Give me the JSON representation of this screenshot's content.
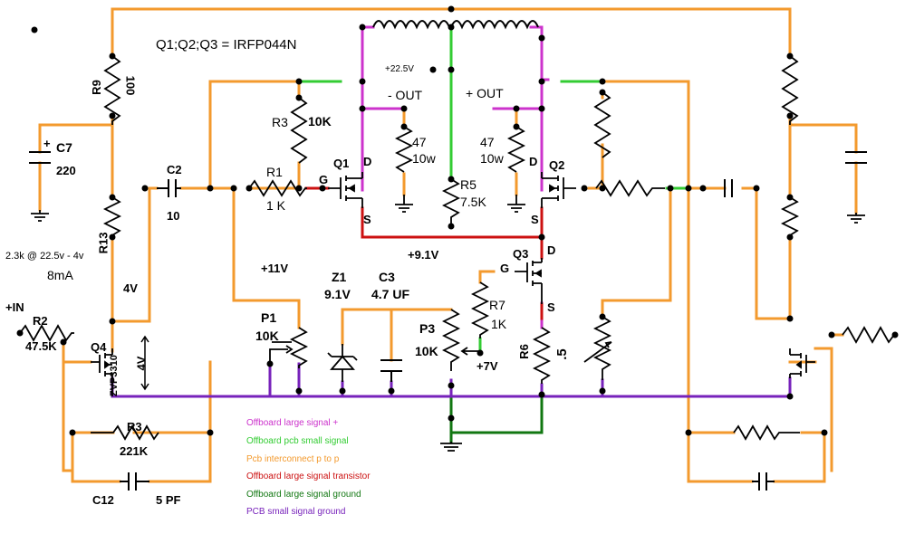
{
  "header": {
    "transistor_note": "Q1;Q2;Q3 =  IRFP044N"
  },
  "colors": {
    "pcb_interconnect": "#f39a2e",
    "offboard_large_plus": "#cc33cc",
    "pcb_small_signal": "#33cc33",
    "large_signal_transistor": "#cc1111",
    "offboard_ground": "#117711",
    "pcb_ground": "#7722bb"
  },
  "labels": {
    "r9": "R9",
    "r9_val": "100",
    "c7": "C7",
    "c7_plus": "+",
    "c7_val": "220",
    "c2": "C2",
    "c2_val": "10",
    "r13": "R13",
    "r13_note": "2.3k @ 22.5v - 4v",
    "r13_current": "8mA",
    "v4_top": "4V",
    "r3": "R3",
    "r3_val": "10K",
    "r1": "R1",
    "r1_val": "1 K",
    "q1": "Q1",
    "q1_g": "G",
    "q1_d": "D",
    "q1_s": "S",
    "q2": "Q2",
    "q2_d": "D",
    "q2_s": "S",
    "q3": "Q3",
    "q3_g": "G",
    "q3_d": "D",
    "q3_s": "S",
    "supply": "+22.5V",
    "minus_out": "- OUT",
    "plus_out": "+ OUT",
    "r47a": "47",
    "r47a_w": "10w",
    "r47b": "47",
    "r47b_w": "10w",
    "r5": "R5",
    "r5_val": "7.5K",
    "v91": "+9.1V",
    "v11": "+11V",
    "z1": "Z1",
    "z1_val": "9.1V",
    "c3": "C3",
    "c3_val": "4.7 UF",
    "p1": "P1",
    "p1_val": "10K",
    "p3": "P3",
    "p3_val": "10K",
    "r7": "R7",
    "r7_val": "1K",
    "v7": "+7V",
    "r6": "R6",
    "r6_val": ".5",
    "in": "+IN",
    "r2": "R2",
    "r2_val": "47.5K",
    "q4": "Q4",
    "q4_part": "ZVP3310",
    "v4_bot": "4V",
    "r3b": "R3",
    "r3b_val": "221K",
    "c12": "C12",
    "c12_val": "5 PF"
  },
  "legend": [
    {
      "text": "Offboard large signal +",
      "color": "#cc33cc"
    },
    {
      "text": "Offboard pcb small signal",
      "color": "#33cc33"
    },
    {
      "text": "Pcb interconnect p to p",
      "color": "#f39a2e"
    },
    {
      "text": "Offboard large signal transistor",
      "color": "#cc1111"
    },
    {
      "text": "Offboard large signal ground",
      "color": "#117711"
    },
    {
      "text": "PCB small signal ground",
      "color": "#7722bb"
    }
  ]
}
